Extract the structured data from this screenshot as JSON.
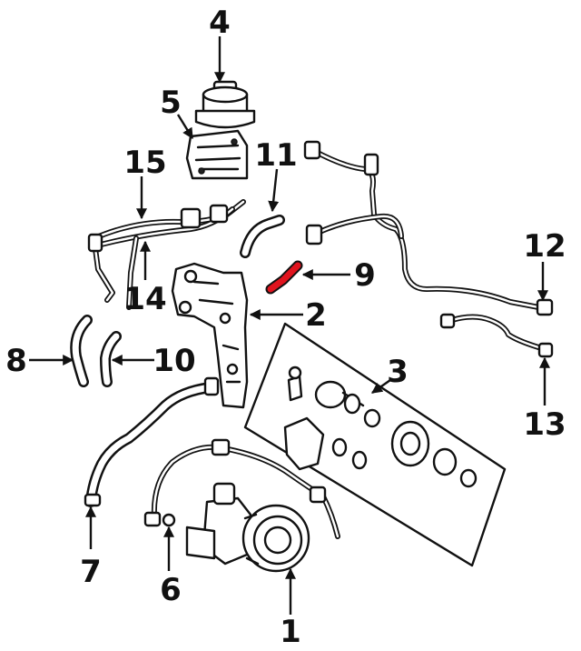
{
  "diagram": {
    "highlight_color": "#e0141e",
    "highlighted_part": "9",
    "callouts": [
      {
        "id": "c1",
        "label": "1"
      },
      {
        "id": "c2",
        "label": "2"
      },
      {
        "id": "c3",
        "label": "3"
      },
      {
        "id": "c4",
        "label": "4"
      },
      {
        "id": "c5",
        "label": "5"
      },
      {
        "id": "c6",
        "label": "6"
      },
      {
        "id": "c7",
        "label": "7"
      },
      {
        "id": "c8",
        "label": "8"
      },
      {
        "id": "c9",
        "label": "9"
      },
      {
        "id": "c10",
        "label": "10"
      },
      {
        "id": "c11",
        "label": "11"
      },
      {
        "id": "c12",
        "label": "12"
      },
      {
        "id": "c13",
        "label": "13"
      },
      {
        "id": "c14",
        "label": "14"
      },
      {
        "id": "c15",
        "label": "15"
      }
    ]
  }
}
